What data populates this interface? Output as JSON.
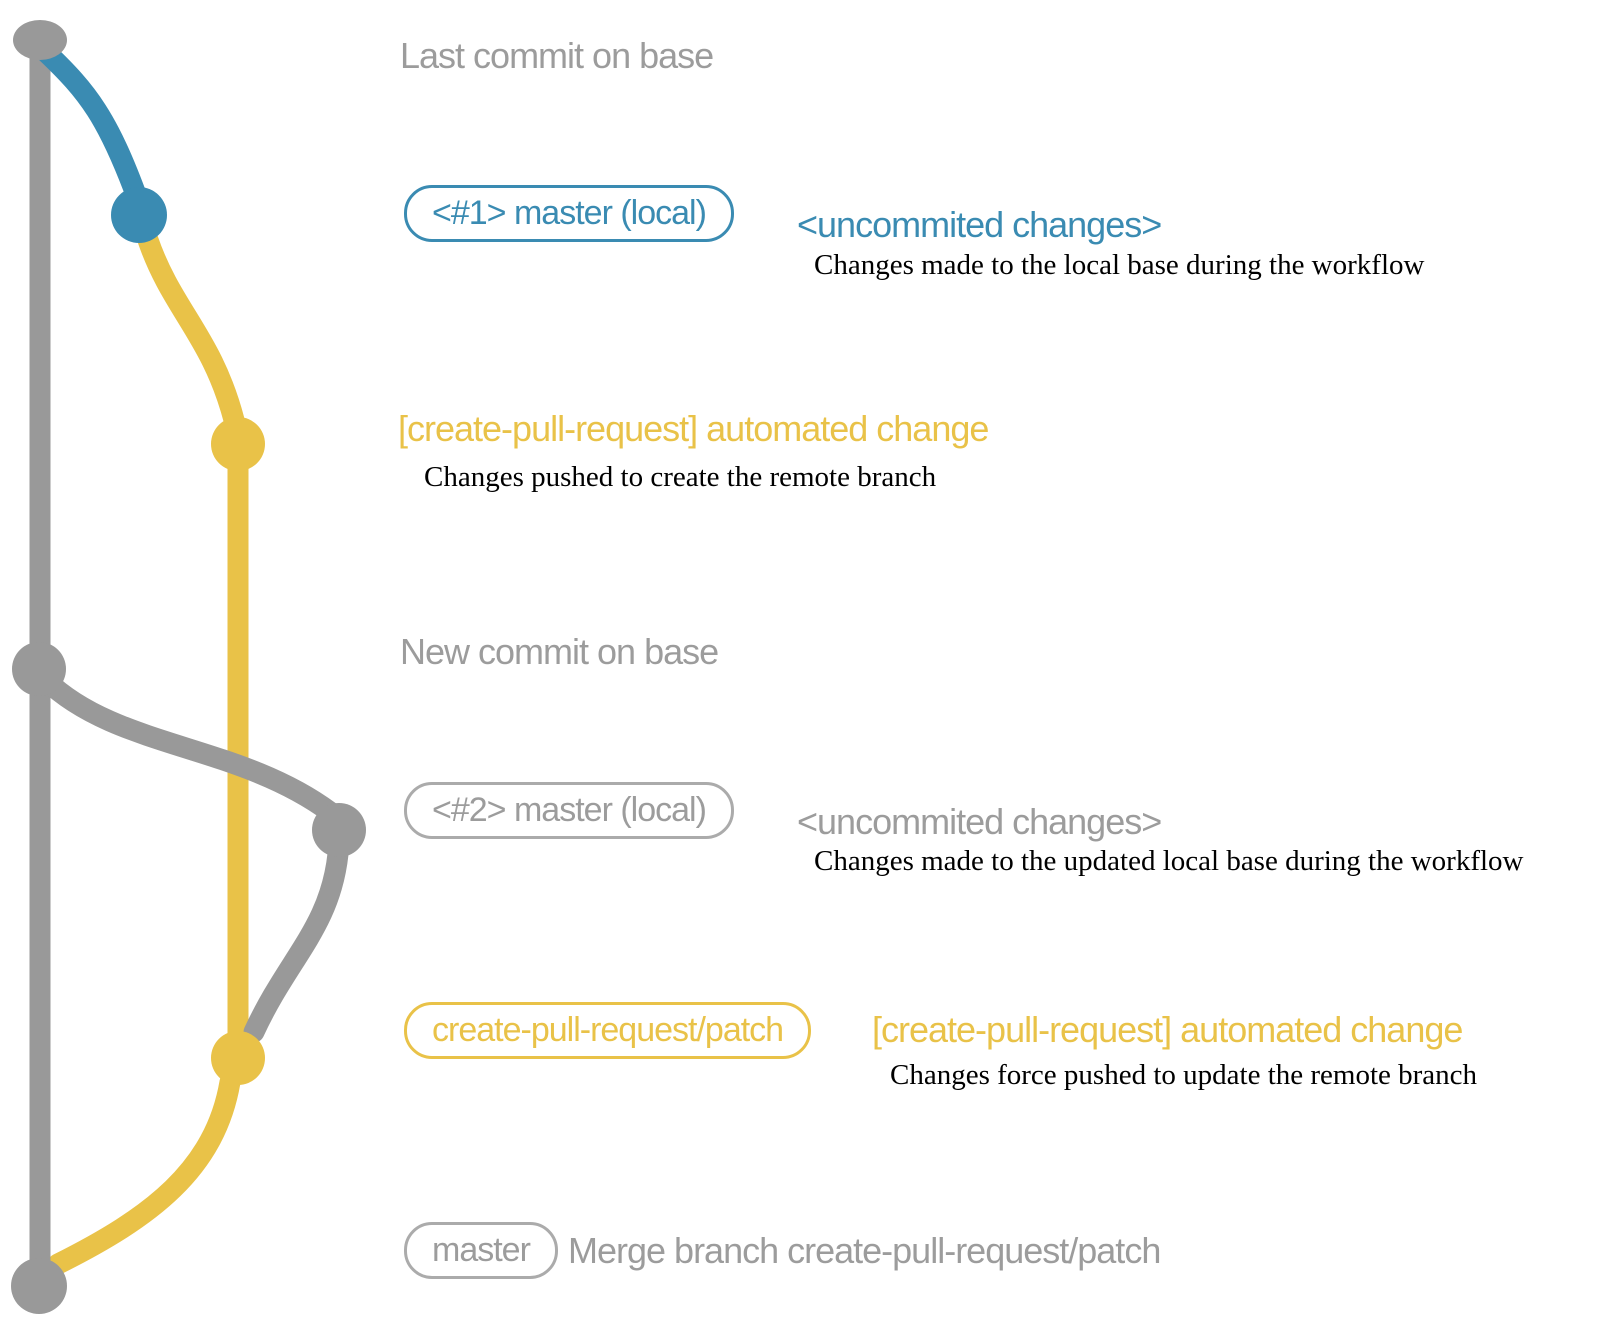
{
  "colors": {
    "blue": "#3a8bb2",
    "yellow": "#e9c248",
    "gray": "#999999",
    "gray_text": "#9c9c9c",
    "gray_border": "#ababab",
    "text_black": "#000000"
  },
  "rows": {
    "last_commit": {
      "label": "Last commit on base"
    },
    "commit1": {
      "branch": "<#1> master (local)",
      "message": "<uncommited changes>",
      "note": "Changes made to the local base during the workflow"
    },
    "patch1": {
      "message": "[create-pull-request] automated change",
      "note": "Changes pushed to create the remote branch"
    },
    "new_commit": {
      "label": "New commit on base"
    },
    "commit2": {
      "branch": "<#2> master (local)",
      "message": "<uncommited changes>",
      "note": "Changes made to the updated local base during the workflow"
    },
    "patch2": {
      "branch": "create-pull-request/patch",
      "message": "[create-pull-request] automated change",
      "note": "Changes force pushed to update the remote branch"
    },
    "merge": {
      "branch": "master",
      "message": "Merge branch create-pull-request/patch"
    }
  },
  "graph": {
    "nodes": [
      {
        "id": "last-commit-on-base",
        "color": "gray"
      },
      {
        "id": "commit-1-local-master",
        "color": "blue"
      },
      {
        "id": "patch-commit-1",
        "color": "yellow"
      },
      {
        "id": "new-commit-on-base",
        "color": "gray"
      },
      {
        "id": "commit-2-local-master",
        "color": "gray"
      },
      {
        "id": "patch-commit-2",
        "color": "yellow"
      },
      {
        "id": "merge-commit",
        "color": "gray"
      }
    ]
  }
}
